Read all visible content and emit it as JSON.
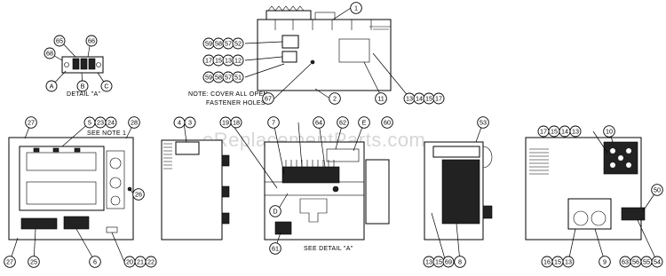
{
  "watermark": "eReplacementParts.com",
  "notes": {
    "cover_line1": "NOTE: COVER ALL OPEN",
    "cover_line2": "FASTENER HOLES",
    "see_note": "SEE NOTE 1",
    "see_detail": "SEE DETAIL \"A\"",
    "detail_label": "DETAIL \"A\""
  },
  "callouts": {
    "c1": "1",
    "c2": "2",
    "c11": "11",
    "c67": "67",
    "c59a": "59",
    "c58a": "58",
    "c57a": "57",
    "c52": "52",
    "c17a": "17",
    "c15a": "15",
    "c13a": "13",
    "c12": "12",
    "c59b": "59",
    "c58b": "58",
    "c57b": "57",
    "c51": "51",
    "c13b": "13",
    "c14a": "14",
    "c15b": "15",
    "c17b": "17",
    "c65": "65",
    "c66": "66",
    "c68": "68",
    "cA": "A",
    "cB": "B",
    "cC": "C",
    "c27a": "27",
    "c27b": "27",
    "c5": "5",
    "c23": "23",
    "c24": "24",
    "c28": "28",
    "c26": "26",
    "c25": "25",
    "c6": "6",
    "c20": "20",
    "c21": "21",
    "c22": "22",
    "c4": "4",
    "c3": "3",
    "c19": "19",
    "c18": "18",
    "c7": "7",
    "c64": "64",
    "c62": "62",
    "cE": "E",
    "c60": "60",
    "cD": "D",
    "c61": "61",
    "c53": "53",
    "c13c": "13",
    "c15c": "15",
    "c69": "69",
    "c8": "8",
    "c17c": "17",
    "c15d": "15",
    "c14b": "14",
    "c13d": "13",
    "c10": "10",
    "c50": "50",
    "c16": "16",
    "c15e": "15",
    "c13e": "13",
    "c9": "9",
    "c63": "63",
    "c56": "56",
    "c55": "55",
    "c54": "54"
  }
}
